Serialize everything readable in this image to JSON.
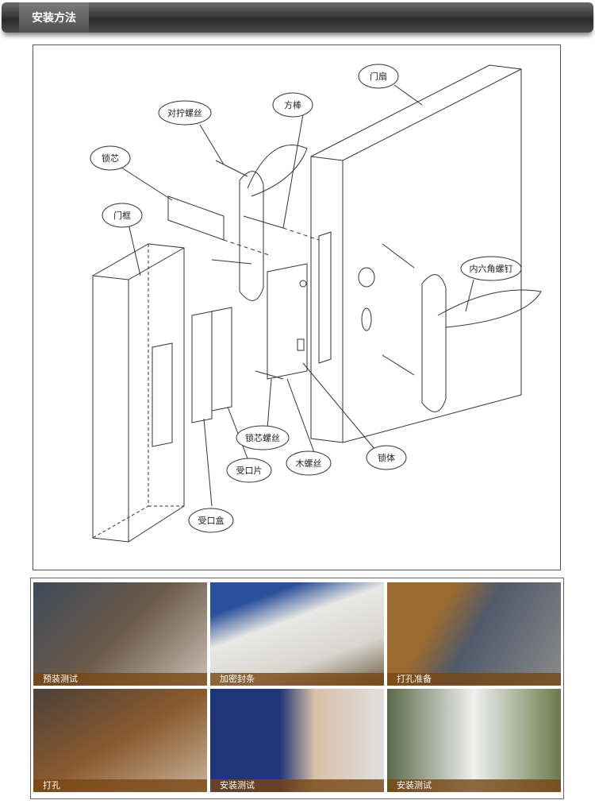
{
  "header": {
    "title": "安装方法"
  },
  "diagram": {
    "labels": {
      "door_leaf": "门扇",
      "spindle": "方棒",
      "through_screw": "对拧螺丝",
      "cylinder": "锁芯",
      "door_frame": "门框",
      "hex_screw": "内六角螺钉",
      "lock_body": "锁体",
      "wood_screw": "木螺丝",
      "cylinder_screw": "锁芯螺丝",
      "strike_plate": "受口片",
      "strike_box": "受口盒"
    }
  },
  "photos": [
    {
      "caption": "预装测试",
      "color": "#5b4a3a"
    },
    {
      "caption": "加密封条",
      "color": "#8a8478"
    },
    {
      "caption": "打孔准备",
      "color": "#6e6a66"
    },
    {
      "caption": "打孔",
      "color": "#6b4a30"
    },
    {
      "caption": "安装测试",
      "color": "#2c3f7a"
    },
    {
      "caption": "安装测试",
      "color": "#6f7a5a"
    }
  ]
}
